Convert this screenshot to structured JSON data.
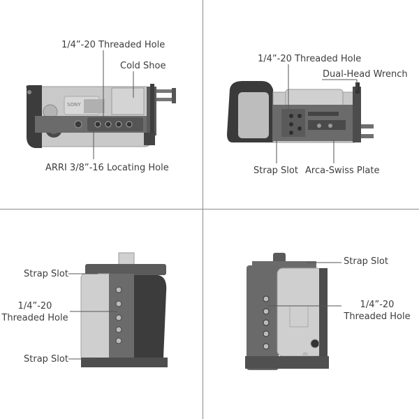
{
  "panels": {
    "top_view": {
      "threaded_hole": "1/4”-20 Threaded Hole",
      "cold_shoe": "Cold Shoe",
      "locating_hole": "ARRI 3/8”-16 Locating Hole"
    },
    "side_view": {
      "threaded_hole": "1/4”-20 Threaded Hole",
      "dual_head_wrench": "Dual-Head Wrench",
      "strap_slot": "Strap Slot",
      "arca_swiss": "Arca-Swiss Plate"
    },
    "left_view": {
      "strap_slot_top": "Strap Slot",
      "threaded_line1": "1/4”-20",
      "threaded_line2": "Threaded Hole",
      "strap_slot_bottom": "Strap Slot"
    },
    "right_view": {
      "strap_slot": "Strap Slot",
      "threaded_line1": "1/4”-20",
      "threaded_line2": "Threaded Hole"
    }
  }
}
